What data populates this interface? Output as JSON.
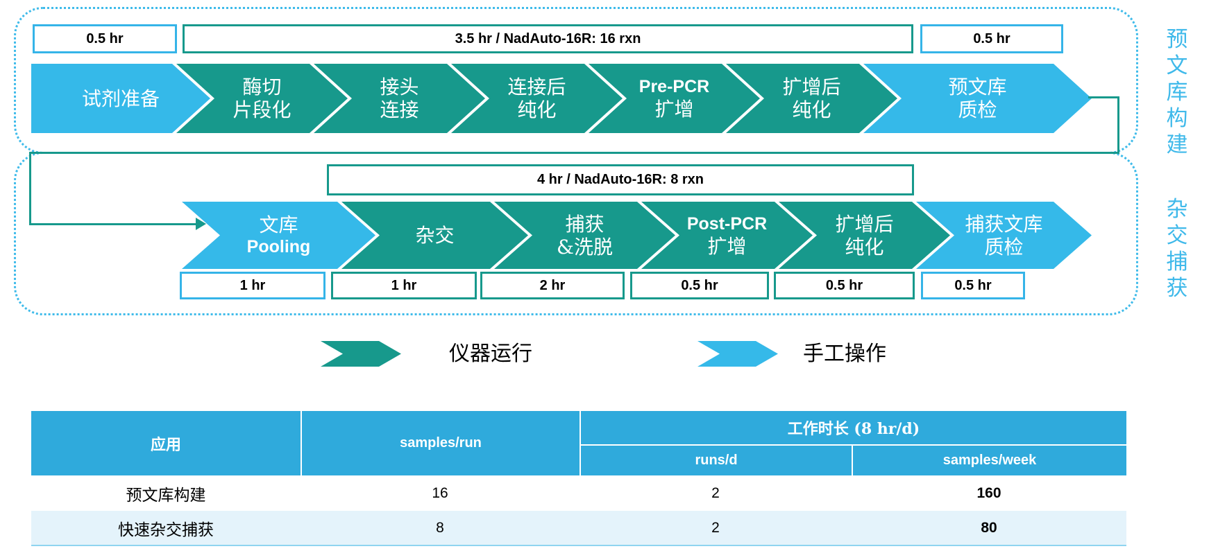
{
  "palette": {
    "manual_blue": "#35B9E9",
    "instrument_teal": "#17998C",
    "dashed_border_blue": "#3FBBEA",
    "box_border_blue": "#35B4E8",
    "table_header_blue": "#2FAADC",
    "table_alt_row": "#E4F3FB"
  },
  "flow": {
    "top_row": {
      "time_boxes": [
        {
          "label": "0.5 hr"
        },
        {
          "label": "3.5 hr / NadAuto-16R: 16 rxn"
        },
        {
          "label": "0.5 hr"
        }
      ],
      "steps": [
        {
          "l1": "试剂准备",
          "l2": "",
          "type": "manual"
        },
        {
          "l1": "酶切",
          "l2": "片段化",
          "type": "instrument"
        },
        {
          "l1": "接头",
          "l2": "连接",
          "type": "instrument"
        },
        {
          "l1": "连接后",
          "l2": "纯化",
          "type": "instrument"
        },
        {
          "l1": "Pre-PCR",
          "l2": "扩增",
          "type": "instrument"
        },
        {
          "l1": "扩增后",
          "l2": "纯化",
          "type": "instrument"
        },
        {
          "l1": "预文库",
          "l2": "质检",
          "type": "manual"
        }
      ]
    },
    "bottom_row": {
      "duration_box": {
        "label": "4 hr / NadAuto-16R: 8 rxn"
      },
      "steps": [
        {
          "l1": "文库",
          "l2": "Pooling",
          "type": "manual"
        },
        {
          "l1": "杂交",
          "l2": "",
          "type": "instrument"
        },
        {
          "l1": "捕获",
          "l2": "&洗脱",
          "type": "instrument"
        },
        {
          "l1": "Post-PCR",
          "l2": "扩增",
          "type": "instrument"
        },
        {
          "l1": "扩增后",
          "l2": "纯化",
          "type": "instrument"
        },
        {
          "l1": "捕获文库",
          "l2": "质检",
          "type": "manual"
        }
      ],
      "step_times": [
        "1 hr",
        "1 hr",
        "2 hr",
        "0.5 hr",
        "0.5 hr",
        "0.5 hr"
      ]
    },
    "side_labels": [
      "预文库构建",
      "杂交捕获"
    ]
  },
  "legend": {
    "items": [
      {
        "label": "仪器运行",
        "type": "instrument"
      },
      {
        "label": "手工操作",
        "type": "manual"
      }
    ]
  },
  "table": {
    "headers": {
      "app": "应用",
      "samples_run": "samples/run",
      "span": "工作时长 (8 hr/d)",
      "runs_d": "runs/d",
      "samples_week": "samples/week"
    },
    "rows": [
      {
        "app": "预文库构建",
        "samples_run": "16",
        "runs_d": "2",
        "samples_week": "160"
      },
      {
        "app": "快速杂交捕获",
        "samples_run": "8",
        "runs_d": "2",
        "samples_week": "80"
      }
    ]
  }
}
